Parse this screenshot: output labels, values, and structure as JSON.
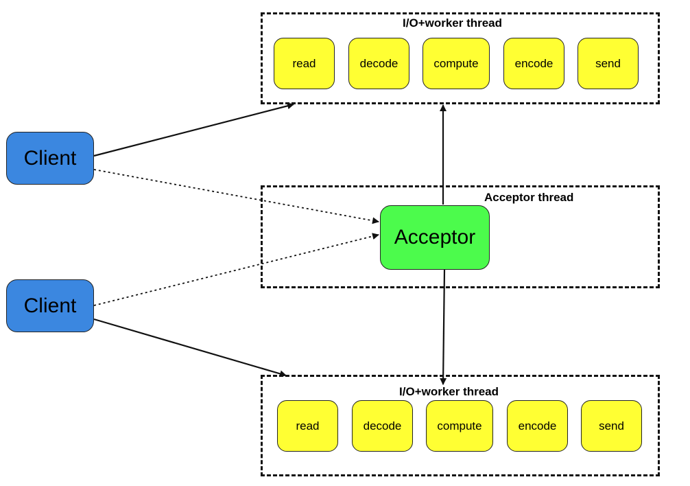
{
  "groups": {
    "top_worker": {
      "title": "I/O+worker thread",
      "stages": [
        "read",
        "decode",
        "compute",
        "encode",
        "send"
      ]
    },
    "acceptor_group": {
      "title": "Acceptor thread",
      "node": "Acceptor"
    },
    "bottom_worker": {
      "title": "I/O+worker thread",
      "stages": [
        "read",
        "decode",
        "compute",
        "encode",
        "send"
      ]
    }
  },
  "clients": [
    "Client",
    "Client"
  ],
  "colors": {
    "stage": "#ffff33",
    "client": "#3b87e0",
    "acceptor": "#4cfb4c",
    "line": "#111111"
  }
}
